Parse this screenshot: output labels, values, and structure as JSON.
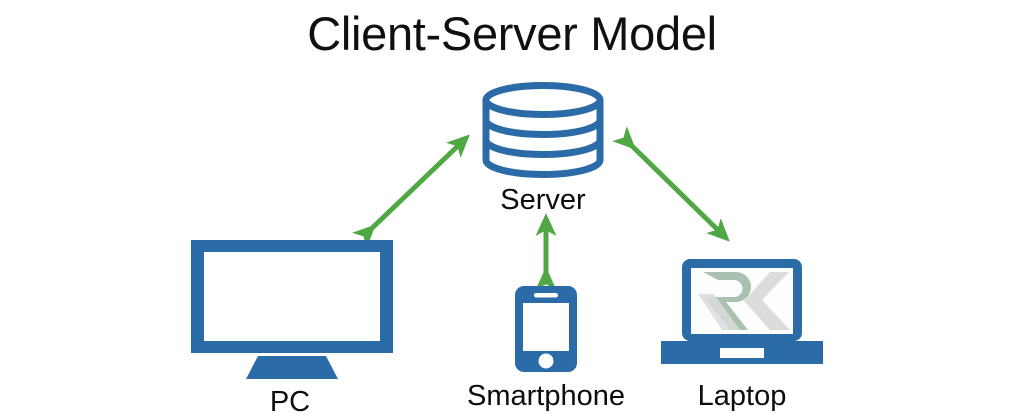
{
  "diagram": {
    "title": "Client-Server Model",
    "background_color": "#ffffff",
    "type": "network-topology",
    "accent_blue": "#2B6CA8",
    "accent_green": "#4FA844",
    "title_color": "#101010",
    "label_color": "#0d0d0d",
    "nodes": [
      {
        "id": "server",
        "label": "Server",
        "icon": "database-cylinder-icon",
        "role": "server",
        "color": "#2B6CA8",
        "position": "top-center"
      },
      {
        "id": "pc",
        "label": "PC",
        "icon": "desktop-monitor-icon",
        "role": "client",
        "color": "#2B6CA8",
        "position": "bottom-left"
      },
      {
        "id": "smartphone",
        "label": "Smartphone",
        "icon": "smartphone-icon",
        "role": "client",
        "color": "#2B6CA8",
        "position": "bottom-center"
      },
      {
        "id": "laptop",
        "label": "Laptop",
        "icon": "laptop-icon",
        "role": "client",
        "color": "#2B6CA8",
        "position": "bottom-right",
        "screen_watermark": "RK"
      }
    ],
    "connections": [
      {
        "id": "pc-server",
        "from": "pc",
        "to": "server",
        "style": "double-headed-arrow",
        "color": "#4FA844",
        "direction": "bidirectional"
      },
      {
        "id": "smartphone-server",
        "from": "smartphone",
        "to": "server",
        "style": "double-headed-arrow",
        "color": "#4FA844",
        "direction": "bidirectional"
      },
      {
        "id": "laptop-server",
        "from": "laptop",
        "to": "server",
        "style": "double-headed-arrow",
        "color": "#4FA844",
        "direction": "bidirectional"
      }
    ],
    "watermark": {
      "text": "RK",
      "letter_r_color": "#A9C1B0",
      "letter_k_color": "#DCDCDC"
    }
  }
}
